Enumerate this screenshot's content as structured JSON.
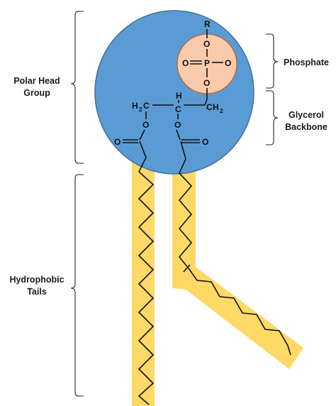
{
  "labels": {
    "polar_head_line1": "Polar Head",
    "polar_head_line2": "Group",
    "phosphate": "Phosphate",
    "glycerol_line1": "Glycerol",
    "glycerol_line2": "Backbone",
    "hydrophobic_line1": "Hydrophobic",
    "hydrophobic_line2": "Tails"
  },
  "atoms": {
    "r": "R",
    "o": "O",
    "p": "P",
    "h": "H",
    "c": "C",
    "h2": "2"
  },
  "colors": {
    "head": "#5b9bd5",
    "head_stroke": "#41719c",
    "phosphate": "#f8cbad",
    "phosphate_stroke": "#c55a11",
    "tail": "#ffd966"
  }
}
